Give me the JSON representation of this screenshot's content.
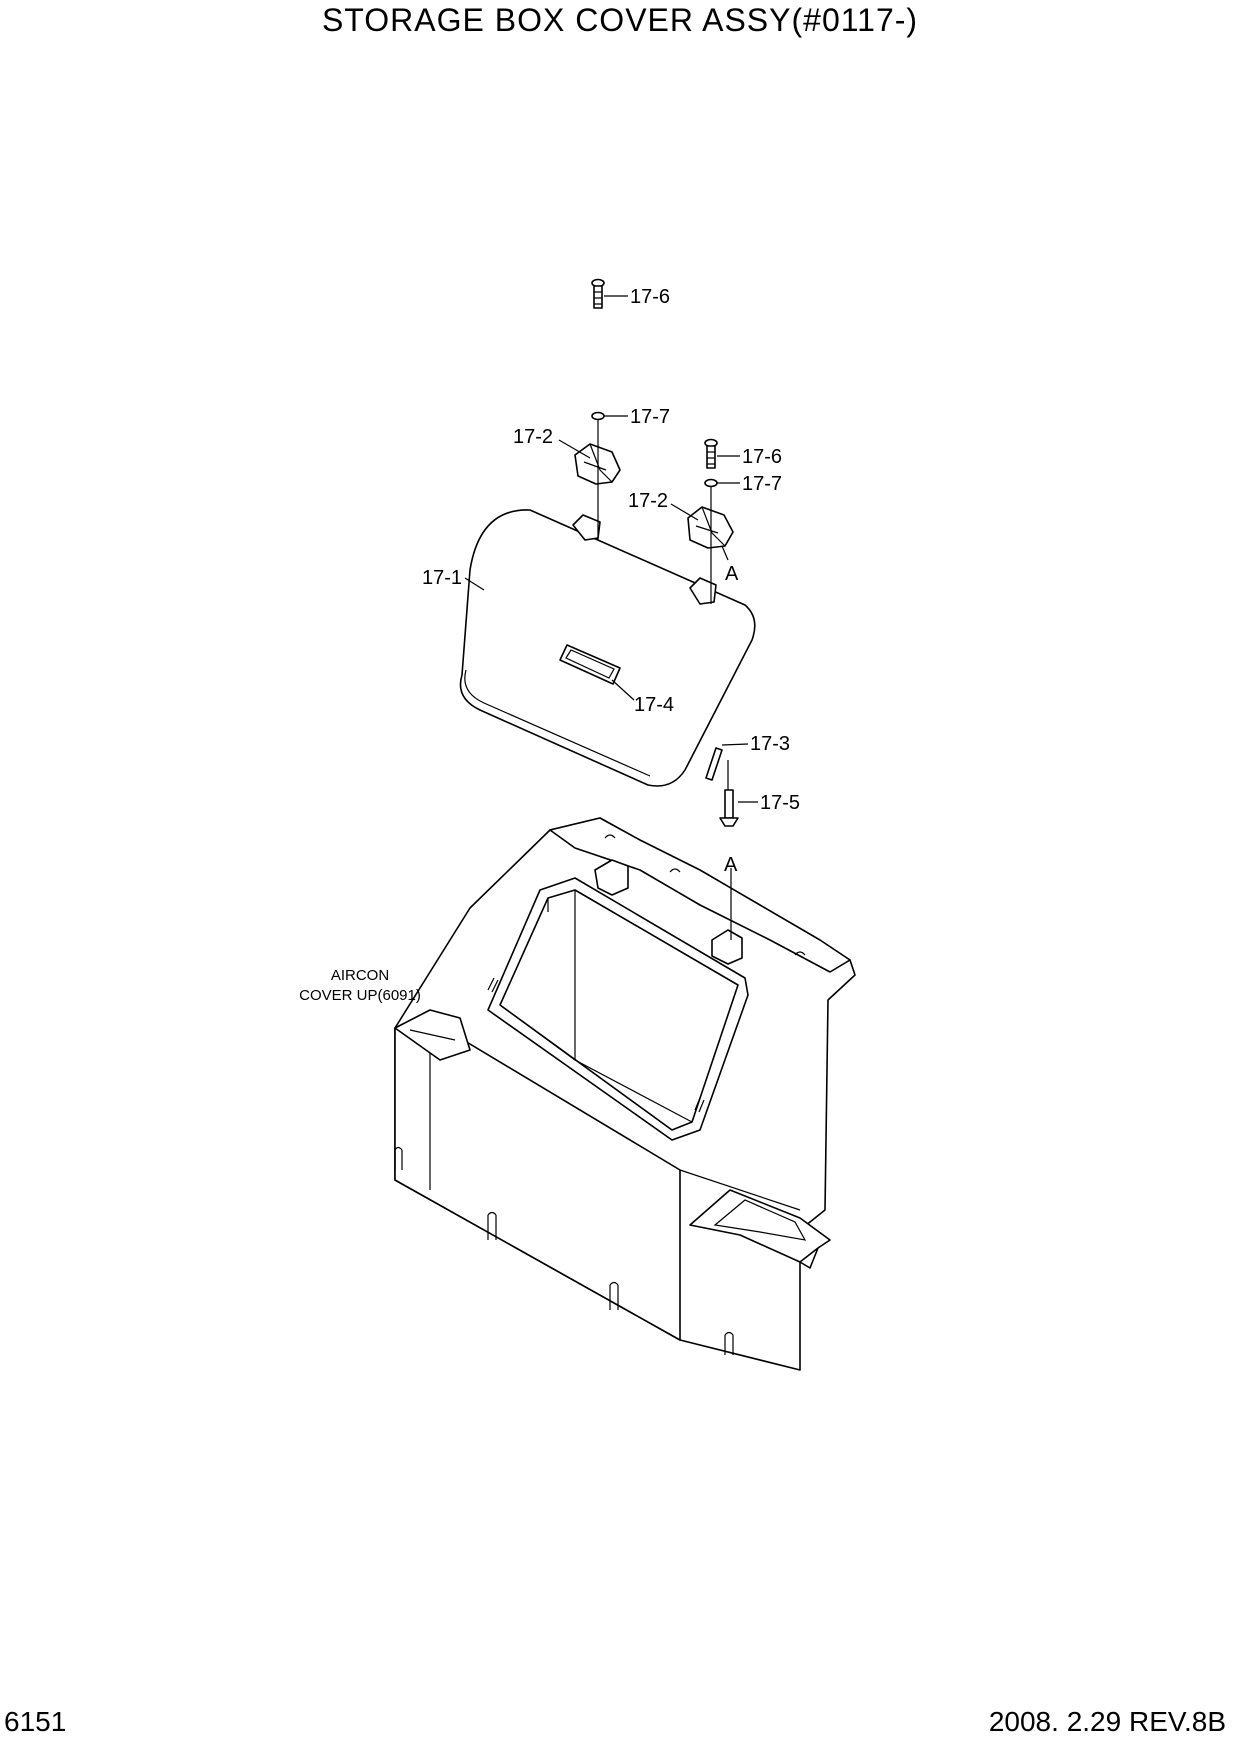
{
  "title": "STORAGE BOX COVER ASSY(#0117-)",
  "footer": {
    "page_number": "6151",
    "revision": "2008. 2.29 REV.8B"
  },
  "callouts": [
    {
      "id": "c1",
      "text": "17-6"
    },
    {
      "id": "c2",
      "text": "17-7"
    },
    {
      "id": "c3",
      "text": "17-2"
    },
    {
      "id": "c4",
      "text": "17-6"
    },
    {
      "id": "c5",
      "text": "17-7"
    },
    {
      "id": "c6",
      "text": "17-2"
    },
    {
      "id": "c7",
      "text": "A"
    },
    {
      "id": "c8",
      "text": "17-1"
    },
    {
      "id": "c9",
      "text": "17-4"
    },
    {
      "id": "c10",
      "text": "17-3"
    },
    {
      "id": "c11",
      "text": "17-5"
    },
    {
      "id": "c12",
      "text": "A"
    }
  ],
  "reference_note": {
    "line1": "AIRCON",
    "line2": "COVER UP(6091)"
  }
}
